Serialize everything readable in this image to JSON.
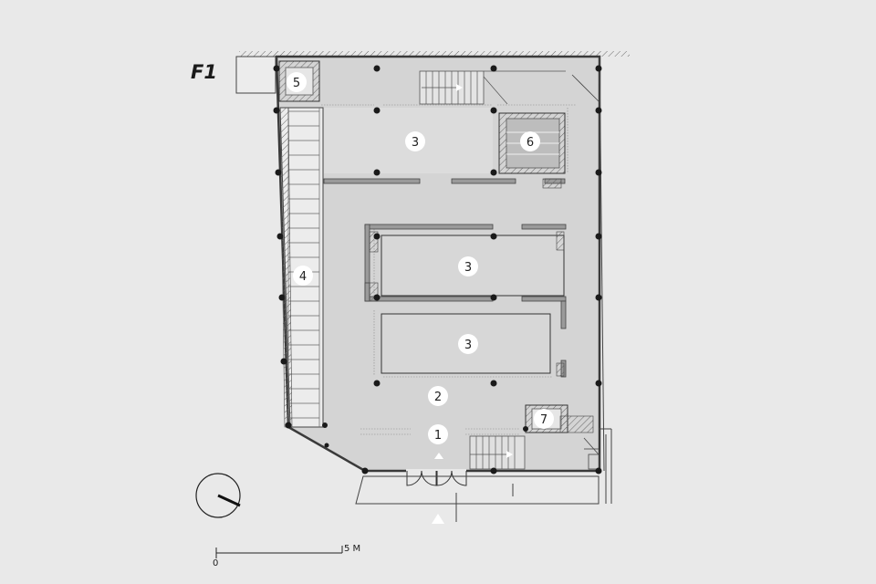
{
  "floor_label": "F1",
  "room_labels": [
    "1",
    "2",
    "3",
    "3",
    "3",
    "4",
    "5",
    "6",
    "7"
  ],
  "scale": {
    "start_label": "0",
    "end_label": "5 M"
  }
}
